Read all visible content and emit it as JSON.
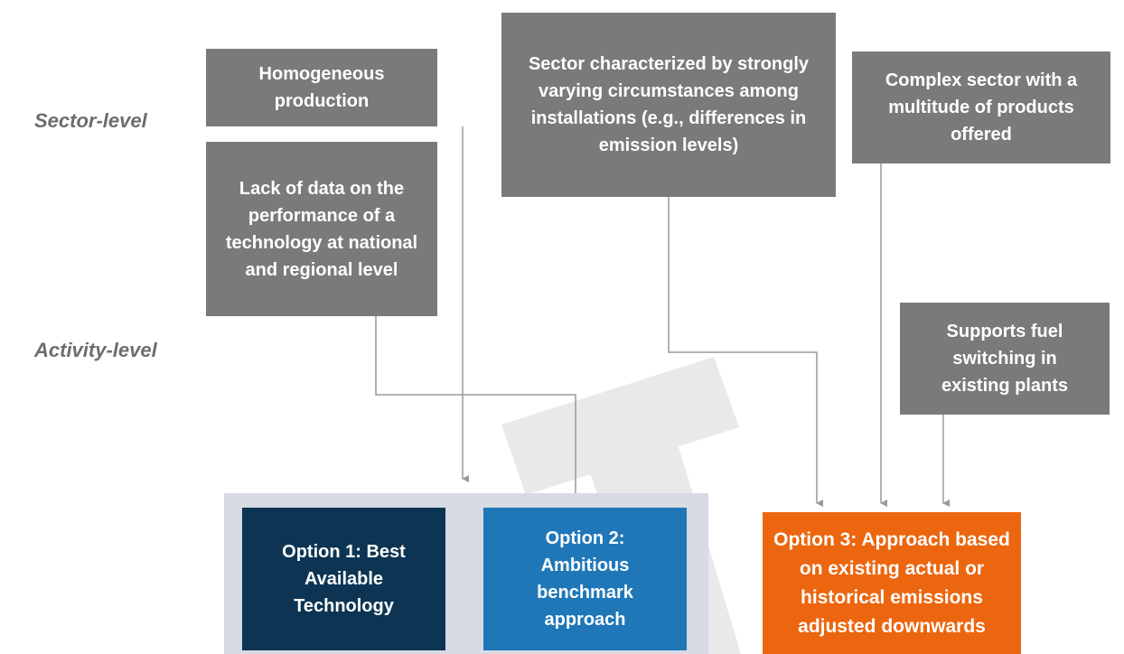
{
  "levels": {
    "sector": "Sector-level",
    "activity": "Activity-level"
  },
  "criteria": {
    "homogeneous": "Homogeneous production",
    "lack_of_data": "Lack of data on the performance of a technology at national and regional level",
    "varying": "Sector characterized by strongly varying circumstances among installations (e.g., differences in emission levels)",
    "complex": "Complex sector with a multitude of products offered",
    "fuel_switching": "Supports fuel switching in existing plants"
  },
  "options": {
    "option1": "Option 1: Best Available Technology",
    "option2": "Option 2: Ambitious benchmark approach",
    "option3": "Option 3: Approach based on existing actual or historical emissions adjusted downwards"
  },
  "colors": {
    "criteria_box": "#7a7a7a",
    "option1": "#0d3553",
    "option2": "#1f77b8",
    "option3": "#ec660f",
    "panel": "#d8dbe3",
    "connector": "#9a9a9a"
  }
}
